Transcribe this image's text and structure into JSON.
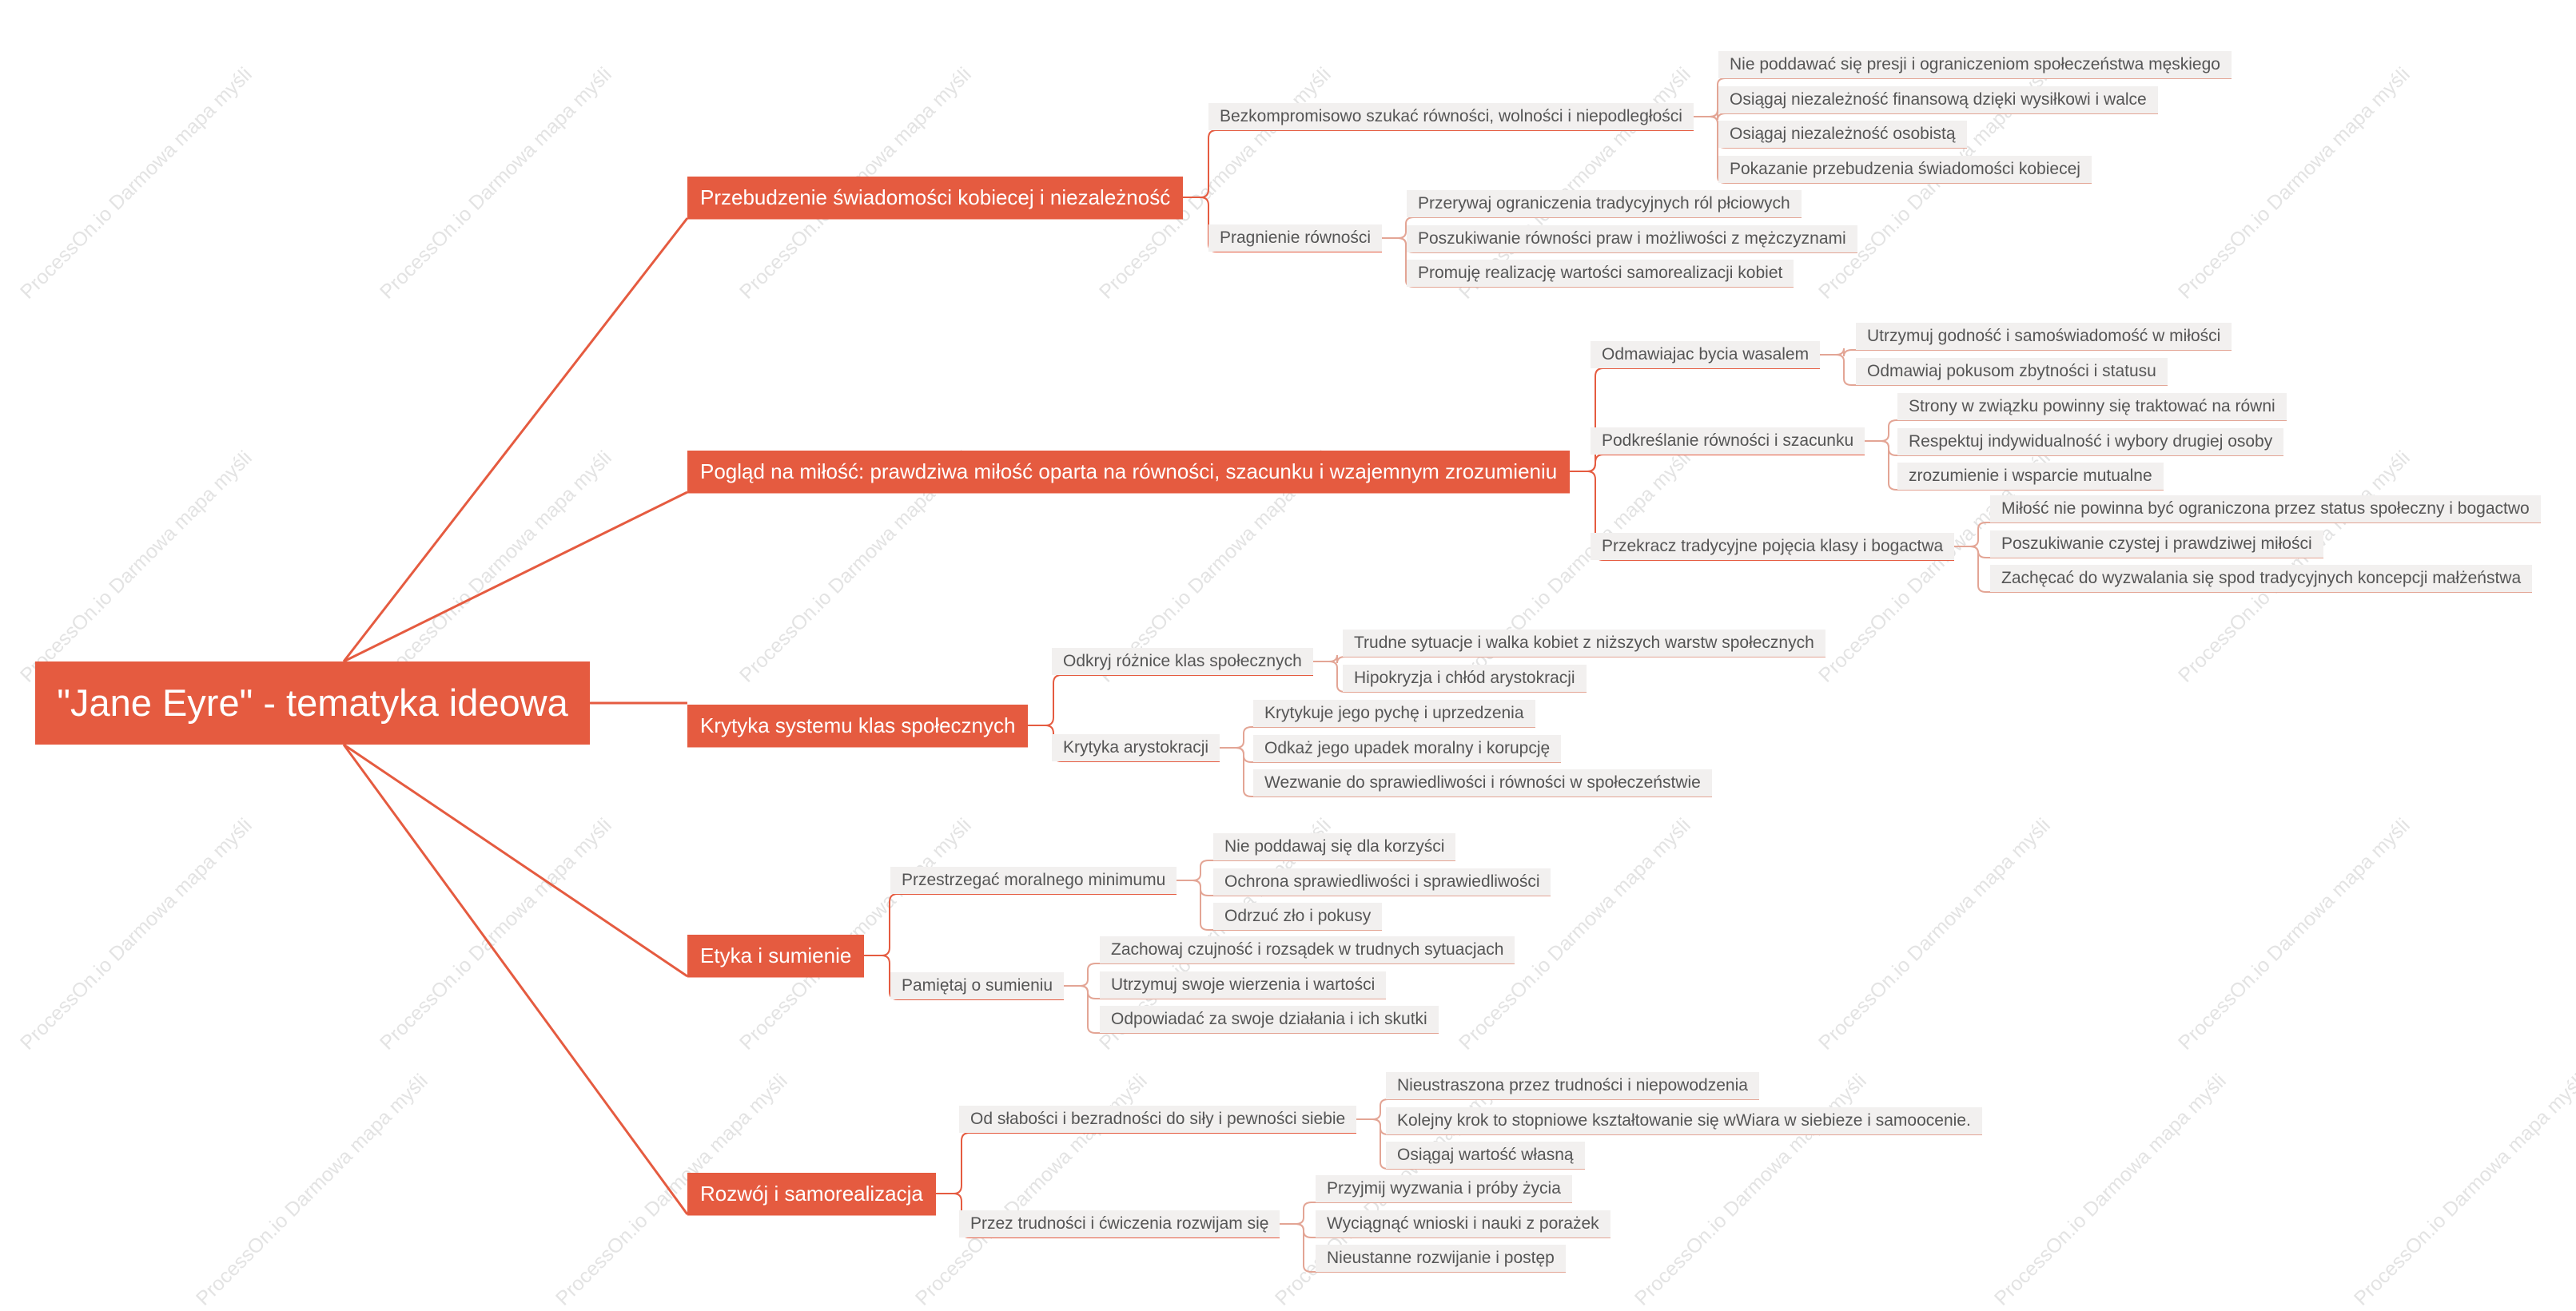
{
  "root": "\"Jane Eyre\" - tematyka ideowa",
  "watermark": "ProcessOn.io Darmowa mapa myśli",
  "accent_color": "#E55B40",
  "branches": [
    {
      "label": "Przebudzenie świadomości kobiecej i niezależność",
      "children": [
        {
          "label": "Bezkompromisowo szukać równości, wolności i niepodległości",
          "children": [
            "Nie poddawać się presji i ograniczeniom społeczeństwa męskiego",
            "Osiągaj niezależność finansową dzięki wysiłkowi i walce",
            "Osiągaj niezależność osobistą",
            "Pokazanie przebudzenia świadomości kobiecej"
          ]
        },
        {
          "label": "Pragnienie równości",
          "children": [
            "Przerywaj ograniczenia tradycyjnych ról płciowych",
            "Poszukiwanie równości praw i możliwości z mężczyznami",
            "Promuję realizację wartości samorealizacji kobiet"
          ]
        }
      ]
    },
    {
      "label": "Pogląd na miłość: prawdziwa miłość oparta na równości, szacunku i wzajemnym zrozumieniu",
      "children": [
        {
          "label": "Odmawiajac bycia wasalem",
          "children": [
            "Utrzymuj godność i samoświadomość w miłości",
            "Odmawiaj pokusom zbytności i statusu"
          ]
        },
        {
          "label": "Podkreślanie równości i szacunku",
          "children": [
            "Strony w związku powinny się traktować na równi",
            "Respektuj indywidualność i wybory drugiej osoby",
            "zrozumienie i wsparcie mutualne"
          ]
        },
        {
          "label": "Przekracz tradycyjne pojęcia klasy i bogactwa",
          "children": [
            "Miłość nie powinna być ograniczona przez status społeczny i bogactwo",
            "Poszukiwanie czystej i prawdziwej miłości",
            "Zachęcać do wyzwalania się spod tradycyjnych koncepcji małżeństwa"
          ]
        }
      ]
    },
    {
      "label": "Krytyka systemu klas społecznych",
      "children": [
        {
          "label": "Odkryj różnice klas społecznych",
          "children": [
            "Trudne sytuacje i walka kobiet z niższych warstw społecznych",
            "Hipokryzja i chłód arystokracji"
          ]
        },
        {
          "label": "Krytyka arystokracji",
          "children": [
            "Krytykuje jego pychę i uprzedzenia",
            "Odkaż jego upadek moralny i korupcję",
            "Wezwanie do sprawiedliwości i równości w społeczeństwie"
          ]
        }
      ]
    },
    {
      "label": "Etyka i sumienie",
      "children": [
        {
          "label": "Przestrzegać moralnego minimumu",
          "children": [
            "Nie poddawaj się dla korzyści",
            "Ochrona sprawiedliwości i sprawiedliwości",
            "Odrzuć zło i pokusy"
          ]
        },
        {
          "label": "Pamiętaj o sumieniu",
          "children": [
            "Zachowaj czujność i rozsądek w trudnych sytuacjach",
            "Utrzymuj swoje wierzenia i wartości",
            "Odpowiadać za swoje działania i ich skutki"
          ]
        }
      ]
    },
    {
      "label": "Rozwój i samorealizacja",
      "children": [
        {
          "label": "Od słabości i bezradności do siły i pewności siebie",
          "children": [
            "Nieustraszona przez trudności i niepowodzenia",
            "Kolejny krok to stopniowe kształtowanie się wWiara w siebieze i samoocenie.",
            "Osiągaj wartość własną"
          ]
        },
        {
          "label": "Przez trudności i ćwiczenia rozwijam się",
          "children": [
            "Przyjmij wyzwania i próby życia",
            "Wyciągnąć wnioski i nauki z porażek",
            "Nieustanne rozwijanie i postęp"
          ]
        }
      ]
    }
  ]
}
